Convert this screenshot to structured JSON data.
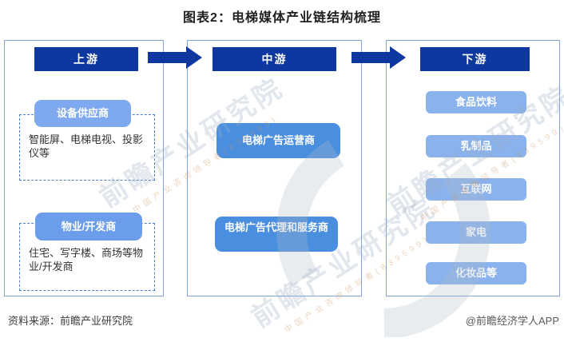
{
  "title": "图表2：电梯媒体产业链结构梳理",
  "columns": {
    "upstream": {
      "header": "上游",
      "groups": [
        {
          "label": "设备供应商",
          "desc": "智能屏、电梯电视、投影仪等"
        },
        {
          "label": "物业/开发商",
          "desc": "住宅、写字楼、商场等物业/开发商"
        }
      ]
    },
    "midstream": {
      "header": "中游",
      "items": [
        "电梯广告运营商",
        "电梯广告代理和服务商"
      ]
    },
    "downstream": {
      "header": "下游",
      "items": [
        "食品饮料",
        "乳制品",
        "互联网",
        "家电",
        "化妆品等"
      ]
    }
  },
  "footer": {
    "source": "资料来源：前瞻产业研究院",
    "credit": "@前瞻经济学人APP"
  },
  "watermark": {
    "text": "前瞻产业研究院",
    "subtext": "中国产业咨询领导者(839599)"
  },
  "colors": {
    "header_blue": "#0e38a0",
    "mid_box_blue": "#4a8ee0",
    "equip_pill_blue": "#7fa9ee",
    "prop_pill_blue": "#6c9deb",
    "right_box_blue": "#8ab2ec",
    "container_border": "#7ea6db",
    "dashed_border": "#4a7fd4"
  }
}
